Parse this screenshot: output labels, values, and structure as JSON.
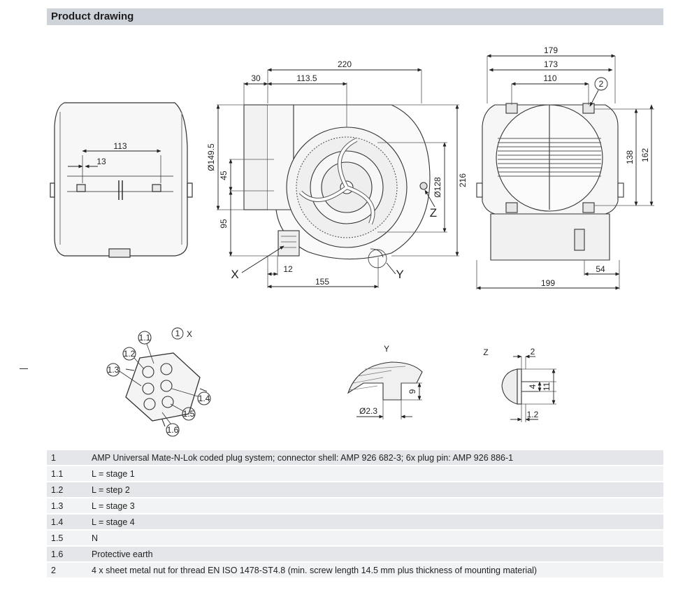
{
  "header": {
    "title": "Product drawing"
  },
  "side_view": {
    "dims": [
      "113",
      "13"
    ]
  },
  "front_view": {
    "dims": [
      "220",
      "30",
      "113.5",
      "Ø149.5",
      "45",
      "95",
      "216",
      "Ø128",
      "12",
      "155"
    ],
    "callouts": [
      "X",
      "Y",
      "Z"
    ]
  },
  "rear_view": {
    "dims": [
      "179",
      "173",
      "110",
      "138",
      "162",
      "54",
      "199"
    ],
    "callout": "2"
  },
  "connector_detail": {
    "marker": "1",
    "marker_label": "X",
    "pins": [
      "1.1",
      "1.2",
      "1.3",
      "1.4",
      "1.5",
      "1.6"
    ]
  },
  "detail_y": {
    "title": "Y",
    "dims": [
      "9",
      "Ø2.3"
    ]
  },
  "detail_z": {
    "title": "Z",
    "dims": [
      "2",
      "4",
      "11",
      "1.2"
    ]
  },
  "legend": [
    {
      "num": "1",
      "text": "AMP Universal Mate-N-Lok coded plug system; connector shell: AMP 926 682-3; 6x plug pin: AMP 926 886-1"
    },
    {
      "num": "1.1",
      "text": "L = stage 1"
    },
    {
      "num": "1.2",
      "text": "L = step 2"
    },
    {
      "num": "1.3",
      "text": "L = stage 3"
    },
    {
      "num": "1.4",
      "text": "L = stage 4"
    },
    {
      "num": "1.5",
      "text": "N"
    },
    {
      "num": "1.6",
      "text": "Protective earth"
    },
    {
      "num": "2",
      "text": "4 x sheet metal nut for thread EN ISO 1478-ST4.8 (min. screw length 14.5 mm plus thickness of mounting material)"
    }
  ]
}
